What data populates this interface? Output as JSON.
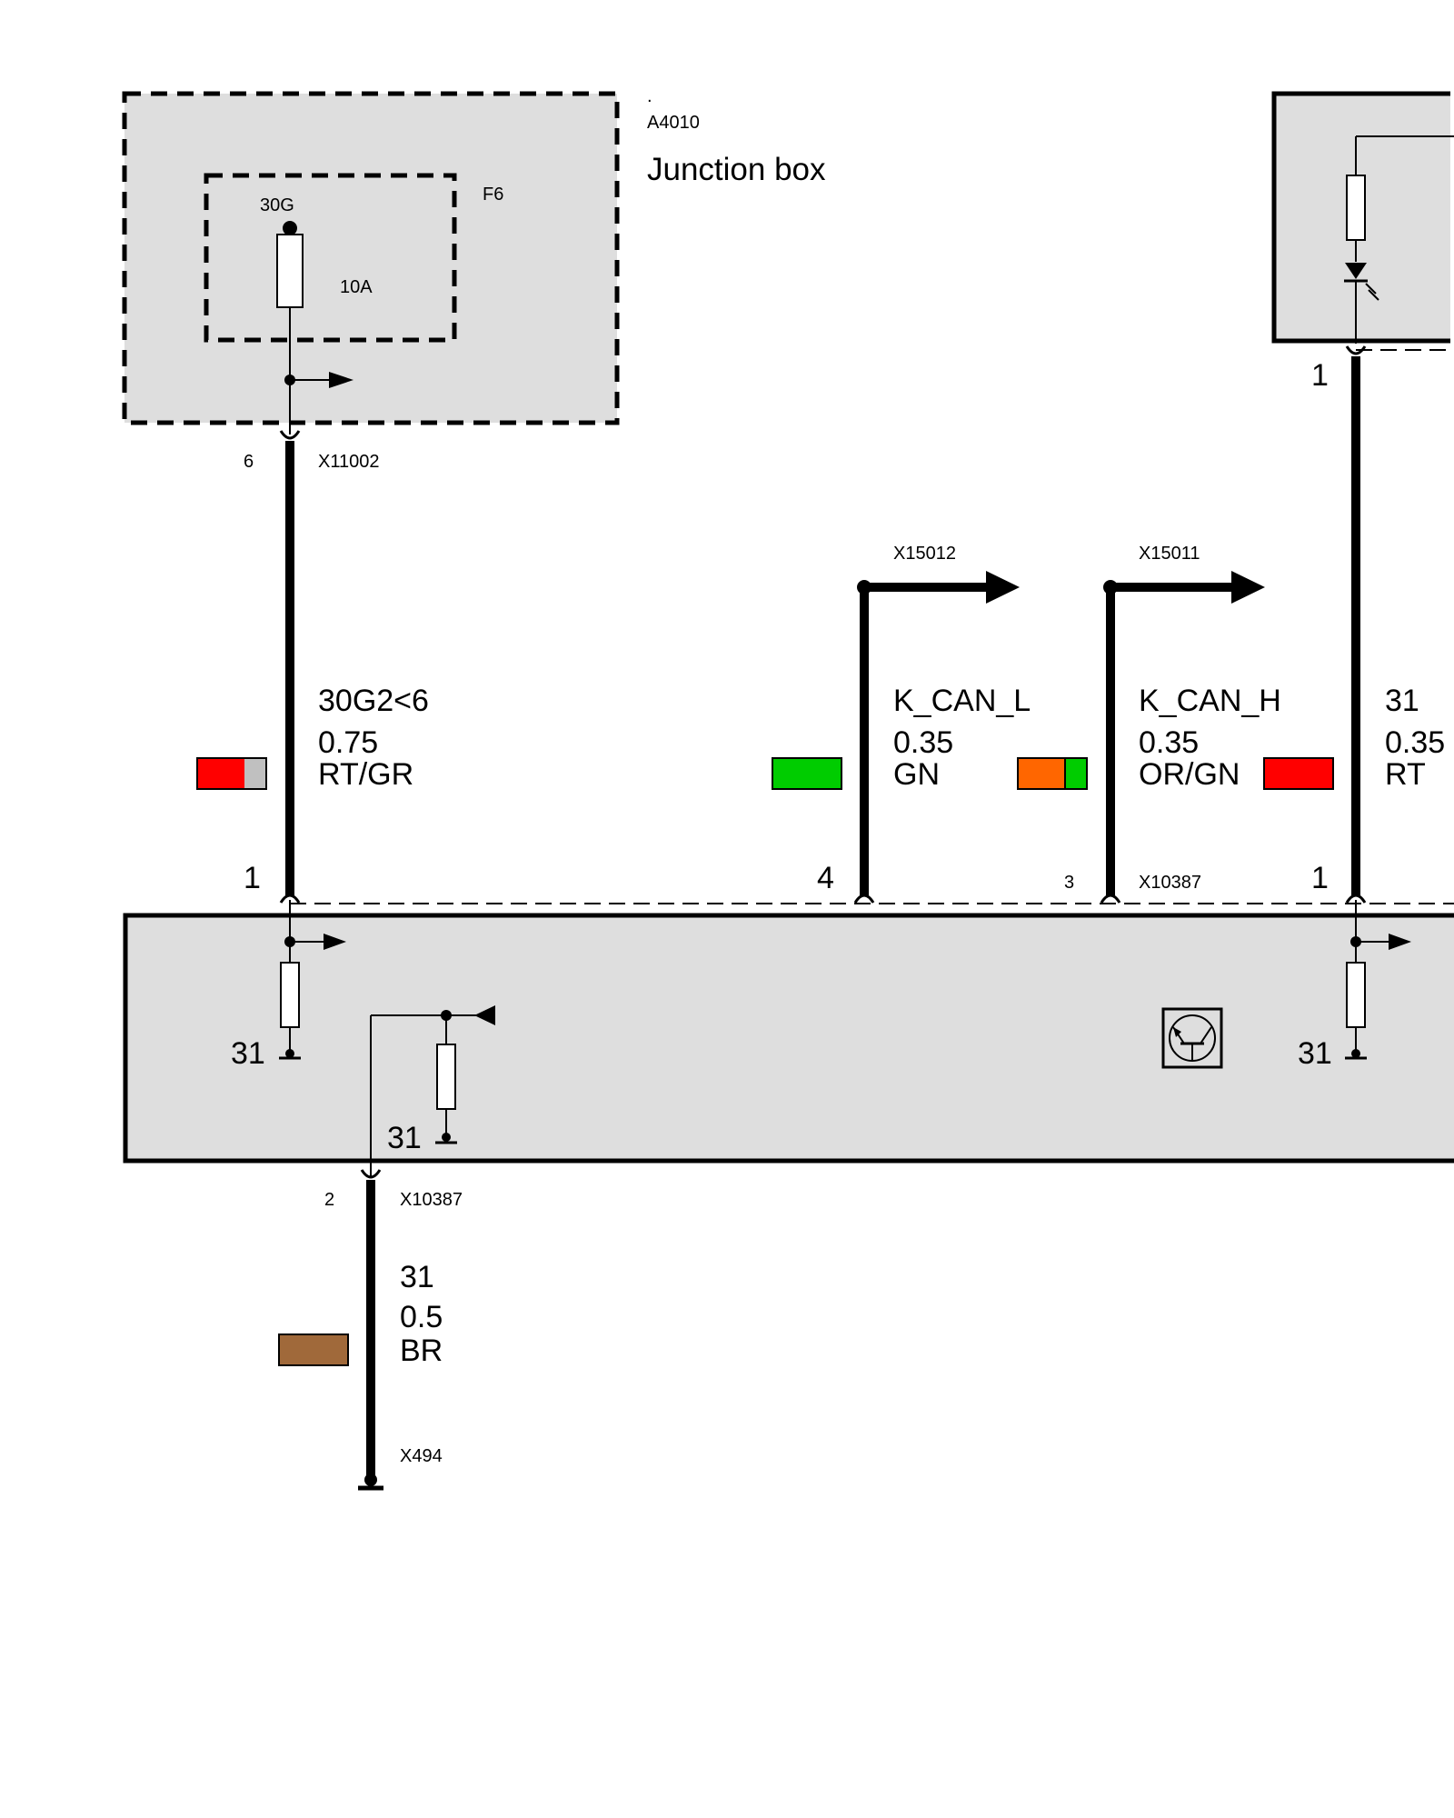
{
  "junction_box": {
    "dot": ".",
    "id": "A4010",
    "name": "Junction box",
    "fuse": {
      "id": "F6",
      "terminal": "30G",
      "rating": "10A"
    }
  },
  "connectors": {
    "jb_out_pin": "6",
    "jb_out_id": "X11002",
    "can_l_id": "X15012",
    "can_h_id": "X15011",
    "module_pin_left": "1",
    "module_pin_can_l": "4",
    "module_pin_can_h": "3",
    "module_id": "X10387",
    "module_pin_right": "1",
    "top_right_pin": "1",
    "ground_pin": "2",
    "ground_conn_id": "X10387",
    "ground_point": "X494"
  },
  "wires": [
    {
      "signal": "30G2<6",
      "size": "0.75",
      "color_code": "RT/GR",
      "swatch": [
        "#ff0000",
        "#c0c0c0"
      ]
    },
    {
      "signal": "K_CAN_L",
      "size": "0.35",
      "color_code": "GN",
      "swatch": [
        "#00cc00"
      ]
    },
    {
      "signal": "K_CAN_H",
      "size": "0.35",
      "color_code": "OR/GN",
      "swatch": [
        "#ff6600",
        "#00cc00"
      ]
    },
    {
      "signal": "31",
      "size": "0.35",
      "color_code": "RT",
      "swatch": [
        "#ff0000"
      ]
    },
    {
      "signal": "31",
      "size": "0.5",
      "color_code": "BR",
      "swatch": [
        "#a0693a"
      ]
    }
  ],
  "grounds": {
    "left": "31",
    "middle": "31",
    "right": "31"
  },
  "colors": {
    "box_fill": "#dedede",
    "line": "#000000"
  },
  "icons": [
    "fuse-icon",
    "resistor-icon",
    "led-icon",
    "transistor-icon",
    "ground-icon",
    "arrow-icon"
  ]
}
